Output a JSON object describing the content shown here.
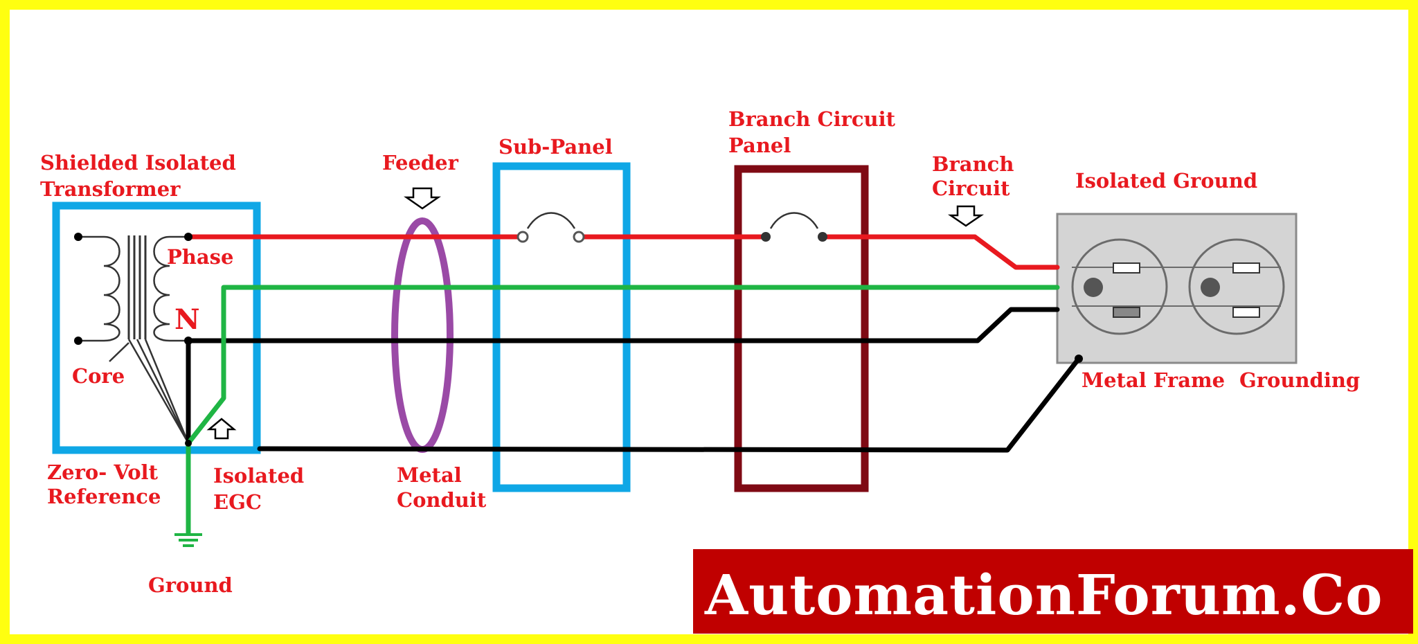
{
  "colors": {
    "frame": "#ffff10",
    "label": "#e8191f",
    "phase_wire": "#e8191f",
    "egc_wire": "#1fb544",
    "neutral_wire": "#000000",
    "transformer_box": "#0fa7e6",
    "sub_panel_box": "#0fa7e6",
    "branch_panel_box": "#7f0a14",
    "conduit": "#9a4aa6",
    "receptacle": "#d4d4d4",
    "brand_bg": "#c00000",
    "brand_text": "#ffffff"
  },
  "labels": {
    "transformer_line1": "Shielded Isolated",
    "transformer_line2": "Transformer",
    "phase": "Phase",
    "neutral": "N",
    "core": "Core",
    "zero_volt_line1": "Zero- Volt",
    "zero_volt_line2": "Reference",
    "isolated_egc_line1": "Isolated",
    "isolated_egc_line2": "EGC",
    "ground": "Ground",
    "feeder": "Feeder",
    "metal_conduit_line1": "Metal",
    "metal_conduit_line2": "Conduit",
    "sub_panel": "Sub-Panel",
    "branch_panel_line1": "Branch Circuit",
    "branch_panel_line2": "Panel",
    "branch_circuit_line1": "Branch",
    "branch_circuit_line2": "Circuit",
    "isolated_ground": "Isolated Ground",
    "metal_frame": "Metal Frame",
    "grounding": "Grounding"
  },
  "brand": {
    "text": "AutomationForum.Co"
  }
}
